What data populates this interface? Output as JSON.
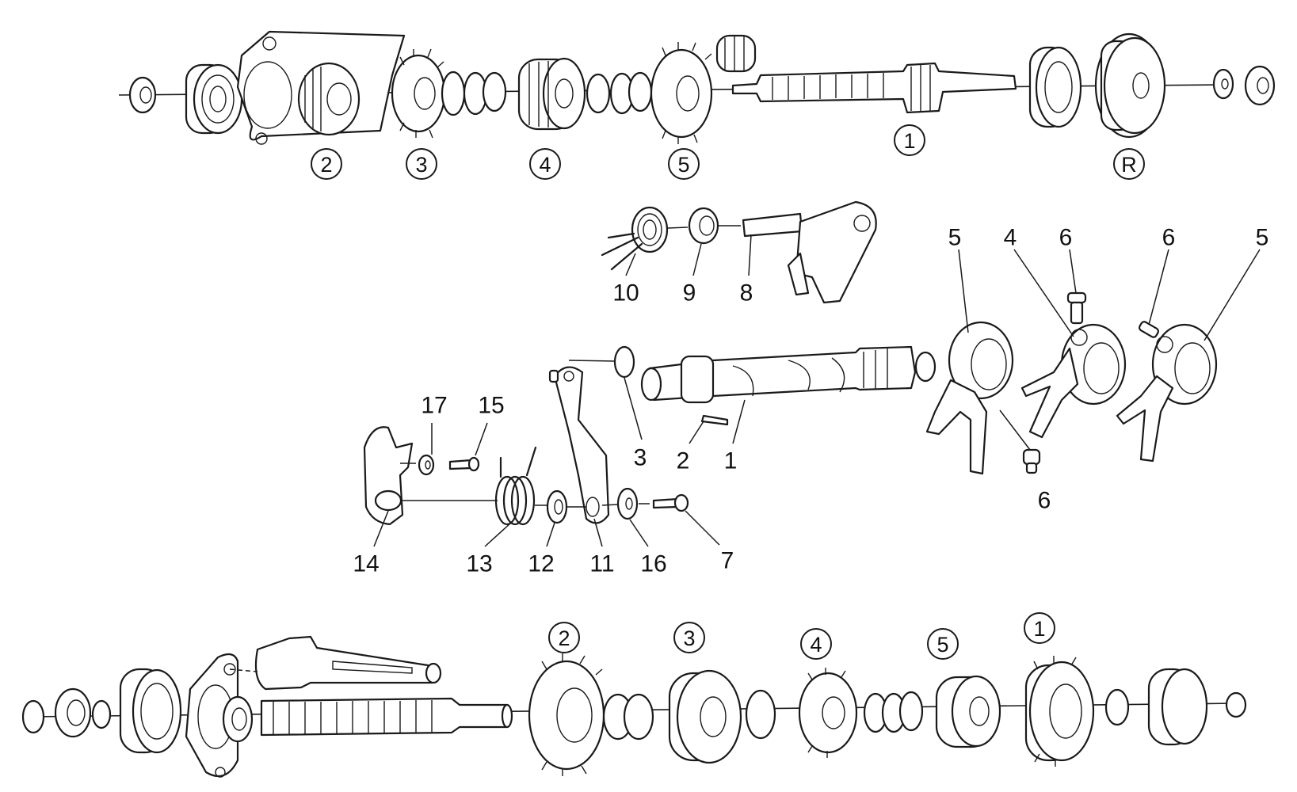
{
  "top_shaft": {
    "gear_labels": [
      "2",
      "3",
      "4",
      "5",
      "1",
      "R"
    ]
  },
  "selector": {
    "labels": [
      "10",
      "9",
      "8",
      "5",
      "4",
      "6",
      "6",
      "5",
      "3",
      "2",
      "1",
      "6",
      "17",
      "15",
      "14",
      "13",
      "12",
      "11",
      "16",
      "7"
    ]
  },
  "bottom_shaft": {
    "gear_labels": [
      "2",
      "3",
      "4",
      "5",
      "1"
    ]
  }
}
